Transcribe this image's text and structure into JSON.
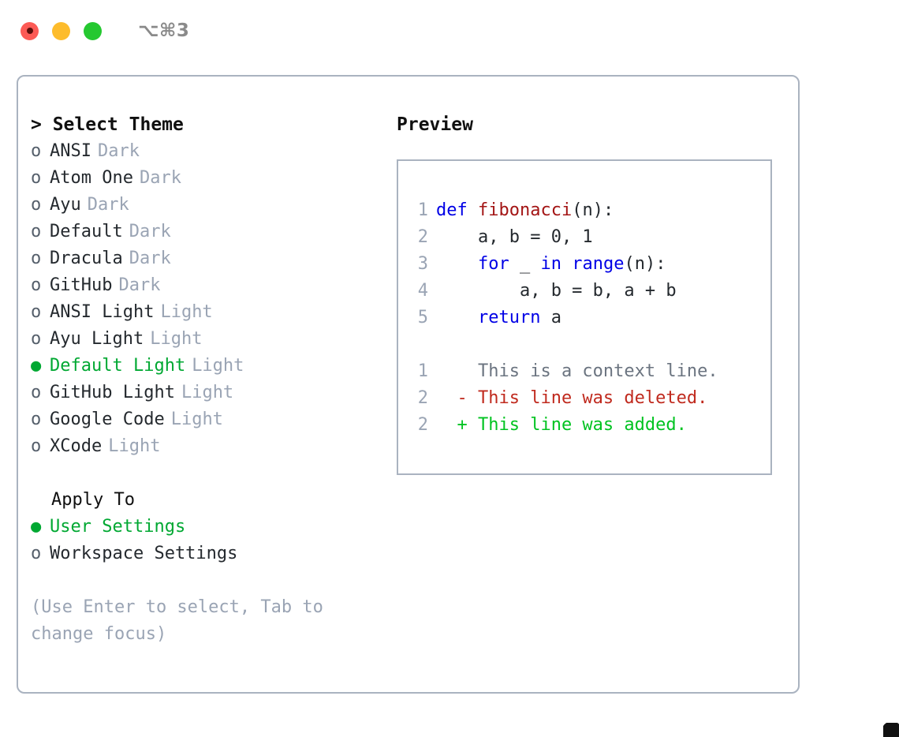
{
  "titlebar": {
    "shortcut": "⌥⌘3",
    "lights": [
      {
        "name": "close",
        "color": "#fc5a55"
      },
      {
        "name": "minimize",
        "color": "#fdbc2c"
      },
      {
        "name": "maximize",
        "color": "#25c830"
      }
    ]
  },
  "theme_list": {
    "header": "> Select Theme",
    "items": [
      {
        "marker": "o",
        "label": "ANSI",
        "tag": "Dark",
        "selected": false
      },
      {
        "marker": "o",
        "label": "Atom One",
        "tag": "Dark",
        "selected": false
      },
      {
        "marker": "o",
        "label": "Ayu",
        "tag": "Dark",
        "selected": false
      },
      {
        "marker": "o",
        "label": "Default",
        "tag": "Dark",
        "selected": false
      },
      {
        "marker": "o",
        "label": "Dracula",
        "tag": "Dark",
        "selected": false
      },
      {
        "marker": "o",
        "label": "GitHub",
        "tag": "Dark",
        "selected": false
      },
      {
        "marker": "o",
        "label": "ANSI Light",
        "tag": "Light",
        "selected": false
      },
      {
        "marker": "o",
        "label": "Ayu Light",
        "tag": "Light",
        "selected": false
      },
      {
        "marker": "●",
        "label": "Default Light",
        "tag": "Light",
        "selected": true
      },
      {
        "marker": "o",
        "label": "GitHub Light",
        "tag": "Light",
        "selected": false
      },
      {
        "marker": "o",
        "label": "Google Code",
        "tag": "Light",
        "selected": false
      },
      {
        "marker": "o",
        "label": "XCode",
        "tag": "Light",
        "selected": false
      }
    ]
  },
  "apply_to": {
    "header": "Apply To",
    "items": [
      {
        "marker": "●",
        "label": "User Settings",
        "selected": true
      },
      {
        "marker": "o",
        "label": "Workspace Settings",
        "selected": false
      }
    ]
  },
  "hint": "(Use Enter to select, Tab to change focus)",
  "preview": {
    "title": "Preview",
    "code_lines": [
      {
        "num": "1",
        "tokens": [
          {
            "t": "def ",
            "k": "kw"
          },
          {
            "t": "fibonacci",
            "k": "fn"
          },
          {
            "t": "(n):",
            "k": "pl"
          }
        ]
      },
      {
        "num": "2",
        "tokens": [
          {
            "t": "    a, b = 0, 1",
            "k": "pl"
          }
        ]
      },
      {
        "num": "3",
        "tokens": [
          {
            "t": "    ",
            "k": "pl"
          },
          {
            "t": "for",
            "k": "kw"
          },
          {
            "t": " _ ",
            "k": "pl"
          },
          {
            "t": "in",
            "k": "kw"
          },
          {
            "t": " ",
            "k": "pl"
          },
          {
            "t": "range",
            "k": "bi"
          },
          {
            "t": "(n):",
            "k": "pl"
          }
        ]
      },
      {
        "num": "4",
        "tokens": [
          {
            "t": "        a, b = b, a + b",
            "k": "pl"
          }
        ]
      },
      {
        "num": "5",
        "tokens": [
          {
            "t": "    ",
            "k": "pl"
          },
          {
            "t": "return",
            "k": "kw"
          },
          {
            "t": " a",
            "k": "pl"
          }
        ]
      }
    ],
    "diff_lines": [
      {
        "num": "1",
        "prefix": " ",
        "text": "This is a context line.",
        "kind": "ctx"
      },
      {
        "num": "2",
        "prefix": "-",
        "text": "This line was deleted.",
        "kind": "del"
      },
      {
        "num": "2",
        "prefix": "+",
        "text": "This line was added.",
        "kind": "add"
      }
    ]
  },
  "colors": {
    "accent_green": "#00a832",
    "border": "#aab3c0",
    "muted": "#9aa4b4",
    "keyword_blue": "#0000e6",
    "function_red": "#a31515",
    "diff_delete": "#c02a1e",
    "diff_add": "#00c321"
  }
}
